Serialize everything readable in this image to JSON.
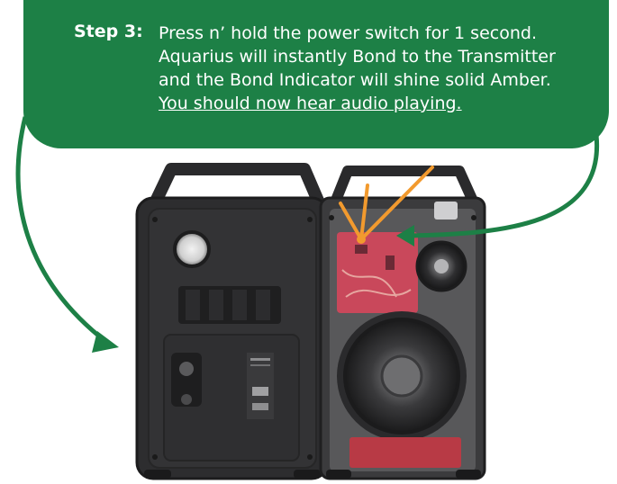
{
  "colors": {
    "callout_bg": "#1d8046",
    "arrow": "#1d8046",
    "indicator_lines": "#f29a2e",
    "speaker_body": "#2d2d2f",
    "circuit_board": "#c9485b"
  },
  "callout": {
    "step_label": "Step 3:",
    "lines": [
      "Press n’ hold the power switch for 1 second.",
      "Aquarius will instantly Bond to the Transmitter",
      "and the Bond Indicator will shine solid Amber."
    ],
    "underlined_line": "You should now hear audio playing."
  },
  "icons": {
    "left_arrow": "curved-arrow-down-right",
    "right_arrow": "curved-arrow-left",
    "indicator": "amber-light-rays"
  }
}
